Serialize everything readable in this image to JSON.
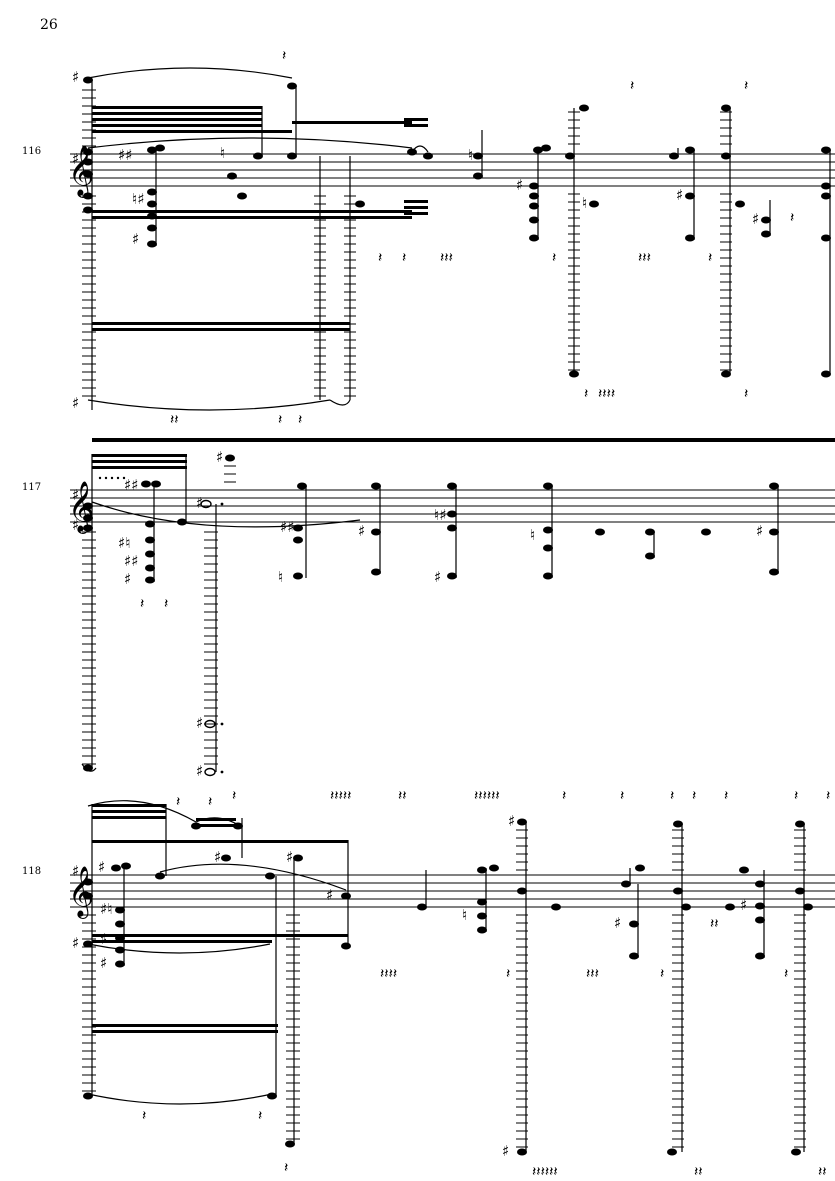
{
  "page": {
    "number": "26"
  },
  "systems": [
    {
      "measure_number": "116"
    },
    {
      "measure_number": "117"
    },
    {
      "measure_number": "118"
    }
  ],
  "symbols": {
    "treble_clef": "𝄞",
    "sharp": "♯",
    "natural": "♮",
    "quarter_rest": "𝄽"
  }
}
